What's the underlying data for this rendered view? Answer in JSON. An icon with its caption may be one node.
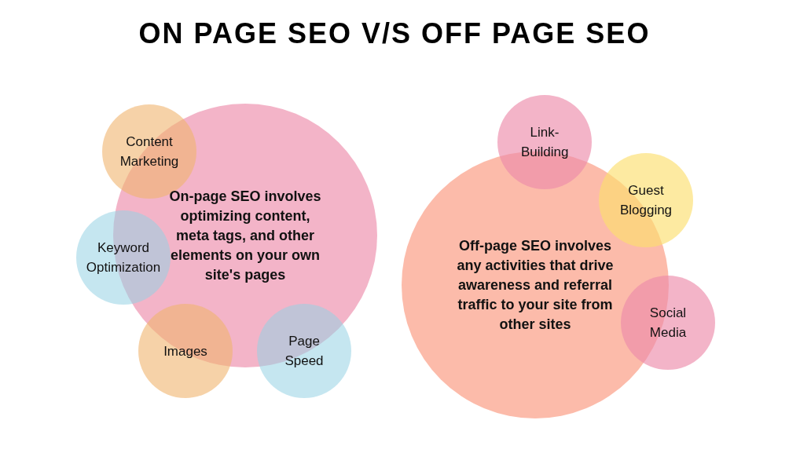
{
  "diagram": {
    "title": "ON PAGE SEO V/S OFF PAGE SEO",
    "nodes": [
      {
        "text": [
          "On-page SEO involves optimizing content, meta tags, and other elements on your own site's pages"
        ]
      },
      {
        "text": [
          "Content Marketing"
        ]
      },
      {
        "text": [
          "Keyword Optimization"
        ]
      },
      {
        "text": [
          "Images"
        ]
      },
      {
        "text": [
          "Page Speed"
        ]
      },
      {
        "text": [
          "Off-page SEO involves any activities that drive awareness and referral traffic to your site from other sites"
        ]
      },
      {
        "text": [
          "Link-Building"
        ]
      },
      {
        "text": [
          "Guest Blogging"
        ]
      },
      {
        "text": [
          "Social Media"
        ]
      }
    ],
    "edges": []
  }
}
